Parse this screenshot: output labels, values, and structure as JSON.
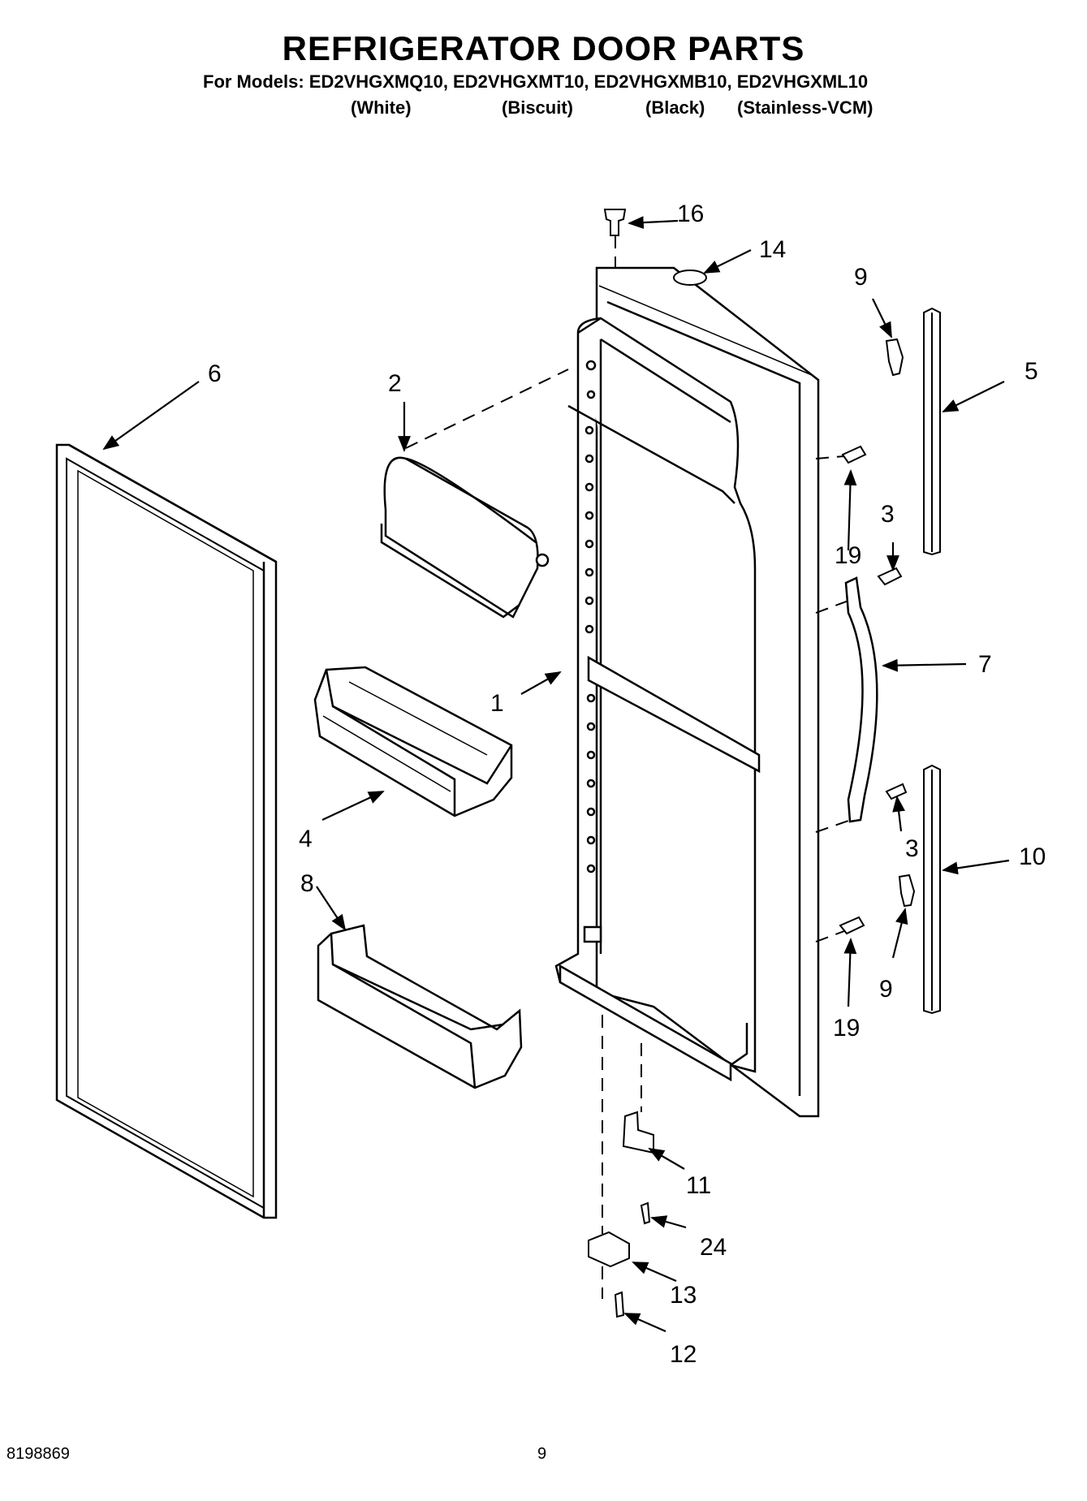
{
  "header": {
    "title": "REFRIGERATOR DOOR PARTS",
    "models_line": "For Models: ED2VHGXMQ10, ED2VHGXMT10, ED2VHGXMB10, ED2VHGXML10",
    "color_white": "(White)",
    "color_biscuit": "(Biscuit)",
    "color_black": "(Black)",
    "color_stainless": "(Stainless-VCM)"
  },
  "callouts": {
    "c1": "1",
    "c2": "2",
    "c3a": "3",
    "c3b": "3",
    "c4": "4",
    "c5": "5",
    "c6": "6",
    "c7": "7",
    "c8": "8",
    "c9a": "9",
    "c9b": "9",
    "c10": "10",
    "c11": "11",
    "c12": "12",
    "c13": "13",
    "c14": "14",
    "c16": "16",
    "c19a": "19",
    "c19b": "19",
    "c24": "24"
  },
  "footer": {
    "doc_number": "8198869",
    "page_number": "9"
  }
}
